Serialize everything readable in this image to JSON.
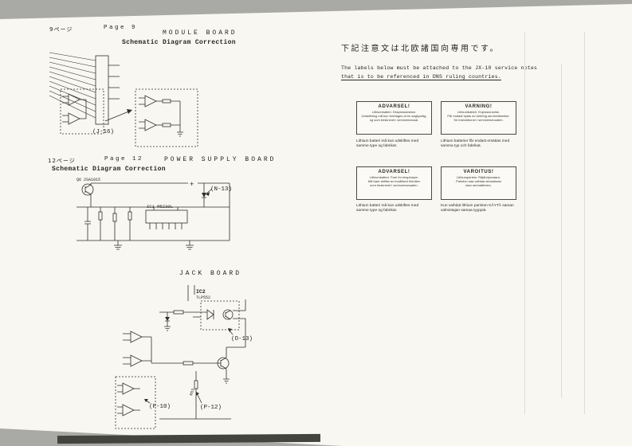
{
  "colors": {
    "paper": "#f8f7f2",
    "ink": "#26261f"
  },
  "sections": {
    "module": {
      "page_jp": "9ページ",
      "page_en": "Page 9",
      "title": "MODULE BOARD",
      "subtitle": "Schematic Diagram Correction",
      "grid_ref": "(J-16)"
    },
    "power": {
      "page_jp": "12ページ",
      "page_en": "Page 12",
      "title": "POWER SUPPLY BOARD",
      "subtitle": "Schematic Diagram Correction",
      "grid_ref": "(N-13)",
      "q6_label": "Q6 2SA1015",
      "ic1_label": "IC1  M5230L",
      "plus": "+"
    },
    "jack": {
      "title": "JACK BOARD",
      "ic2_label": "IC2",
      "ic2_part": "TLP552",
      "grid_ref_o13": "(O-13)",
      "grid_ref_p10": "(P-10)",
      "grid_ref_p12": "(P-12)",
      "r53_label": "R53"
    }
  },
  "notice": {
    "jp": "下記注意文は北欧諸国向専用です。",
    "en_line1": "The labels below must be attached to the JX-10 service notes",
    "en_line2": "that is to be referenced in DNS ruling countries."
  },
  "warning_labels": {
    "boxes": [
      {
        "title": "ADVARSEL!",
        "line1": "Lithiumbatteri. Eksplosionsfare.",
        "line2": "Udskiftning må kun foretages af en sagkyndig,",
        "line3": "og som beskrevet i servicemanual.",
        "caption": "Lithium batteri må kun udskiftes med samme type og fabrikat."
      },
      {
        "title": "VARNING!",
        "line1": "Lithiumbatteri. Explosionsrisk.",
        "line2": "Får endast bytas av behörig servicetekniker.",
        "line3": "Se instruktioner i servicemanualen.",
        "caption": "Lithium batterier får endast ersättas med samma typ och fabrikat."
      },
      {
        "title": "ADVARSEL!",
        "line1": "Lithiumbatteri. Fare for eksplosjon.",
        "line2": "Må bare skiftes av kvalifisert tekniker",
        "line3": "som beskrevet i servicemanualen.",
        "caption": "Lithium batteri må kun udskiftes med samme type og fabrikat."
      },
      {
        "title": "VAROITUS!",
        "line1": "Lithiumparisto. Räjähdysvaara.",
        "line2": "Pariston saa vaihtaa ainoastaan",
        "line3": "alan ammattimies.",
        "caption": "Kun vaihdat lithium pariston KÄYTÄ saman valmistajan samaa tyyppiä."
      }
    ]
  }
}
